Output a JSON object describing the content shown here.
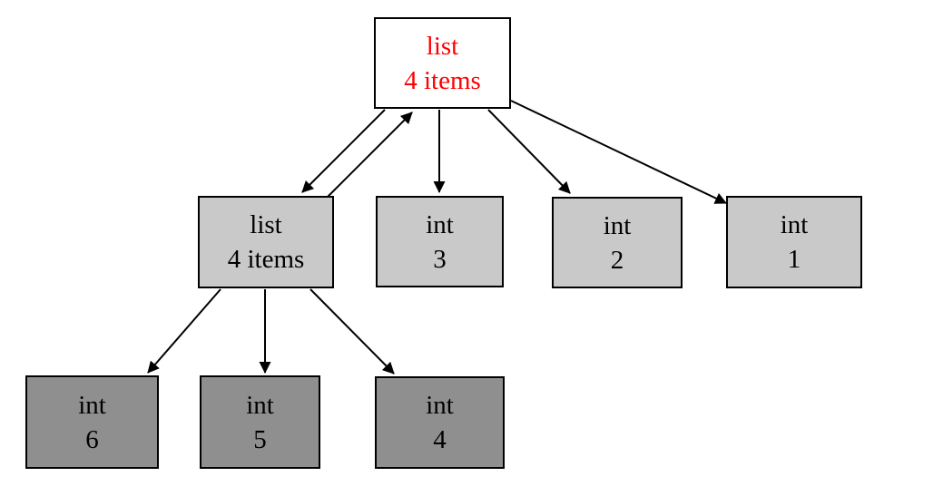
{
  "diagram": {
    "type": "object-reference-graph",
    "nodes": {
      "root_list": {
        "type_label": "list",
        "value_label": "4 items",
        "fill": "#ffffff",
        "text_color": "#ff0000"
      },
      "child_list": {
        "type_label": "list",
        "value_label": "4 items",
        "fill": "#c9c9c9",
        "text_color": "#000000"
      },
      "int_3": {
        "type_label": "int",
        "value_label": "3",
        "fill": "#c9c9c9",
        "text_color": "#000000"
      },
      "int_2": {
        "type_label": "int",
        "value_label": "2",
        "fill": "#c9c9c9",
        "text_color": "#000000"
      },
      "int_1": {
        "type_label": "int",
        "value_label": "1",
        "fill": "#c9c9c9",
        "text_color": "#000000"
      },
      "int_6": {
        "type_label": "int",
        "value_label": "6",
        "fill": "#8f8f8f",
        "text_color": "#000000"
      },
      "int_5": {
        "type_label": "int",
        "value_label": "5",
        "fill": "#8f8f8f",
        "text_color": "#000000"
      },
      "int_4": {
        "type_label": "int",
        "value_label": "4",
        "fill": "#8f8f8f",
        "text_color": "#000000"
      }
    },
    "edges": [
      {
        "from": "root_list",
        "to": "child_list"
      },
      {
        "from": "child_list",
        "to": "root_list"
      },
      {
        "from": "root_list",
        "to": "int_3"
      },
      {
        "from": "root_list",
        "to": "int_2"
      },
      {
        "from": "root_list",
        "to": "int_1"
      },
      {
        "from": "child_list",
        "to": "int_6"
      },
      {
        "from": "child_list",
        "to": "int_5"
      },
      {
        "from": "child_list",
        "to": "int_4"
      }
    ],
    "colors": {
      "background": "#ffffff",
      "node_border": "#000000",
      "edge": "#000000",
      "root_fill": "#ffffff",
      "root_text": "#ff0000",
      "level1_fill": "#c9c9c9",
      "level2_fill": "#8f8f8f"
    }
  }
}
